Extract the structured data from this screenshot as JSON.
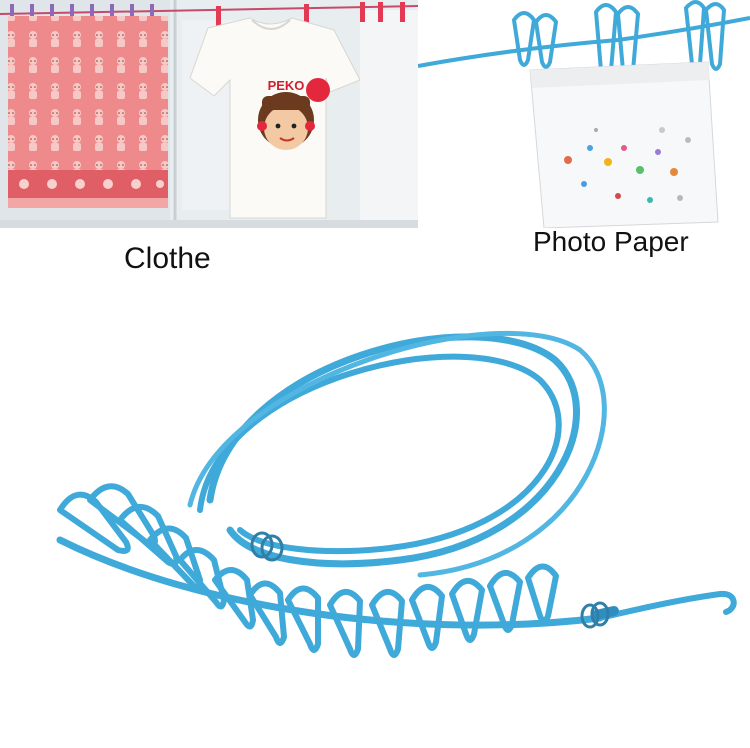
{
  "captions": {
    "clothe": "Clothe",
    "photo_paper": "Photo Paper"
  },
  "shirt_print": "PEKO",
  "colors": {
    "rope": "#3fa9d9",
    "towel": "#ef8a8c",
    "background": "#ffffff"
  },
  "images": {
    "clothes_scene": "towel and t-shirt hanging on clothesline",
    "paper_scene": "photo paper sheet held by clothespins",
    "product": "coiled blue clothesline rope with clothespin clips and hook"
  }
}
